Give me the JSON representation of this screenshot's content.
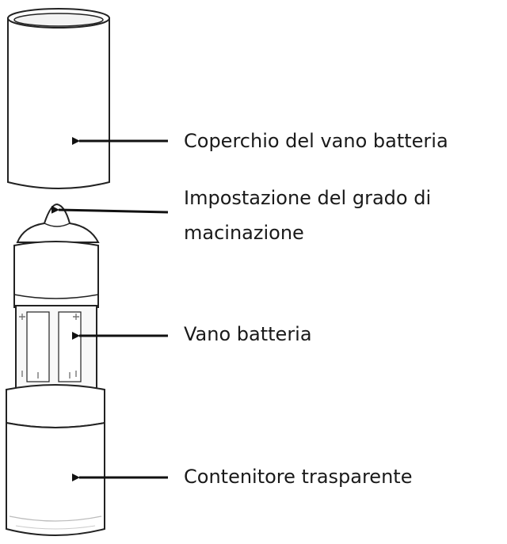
{
  "labels": {
    "cover": "Coperchio del vano batteria",
    "grind_line1": "Impostazione del grado di",
    "grind_line2": "macinazione",
    "battery": "Vano batteria",
    "container": "Contenitore trasparente"
  }
}
